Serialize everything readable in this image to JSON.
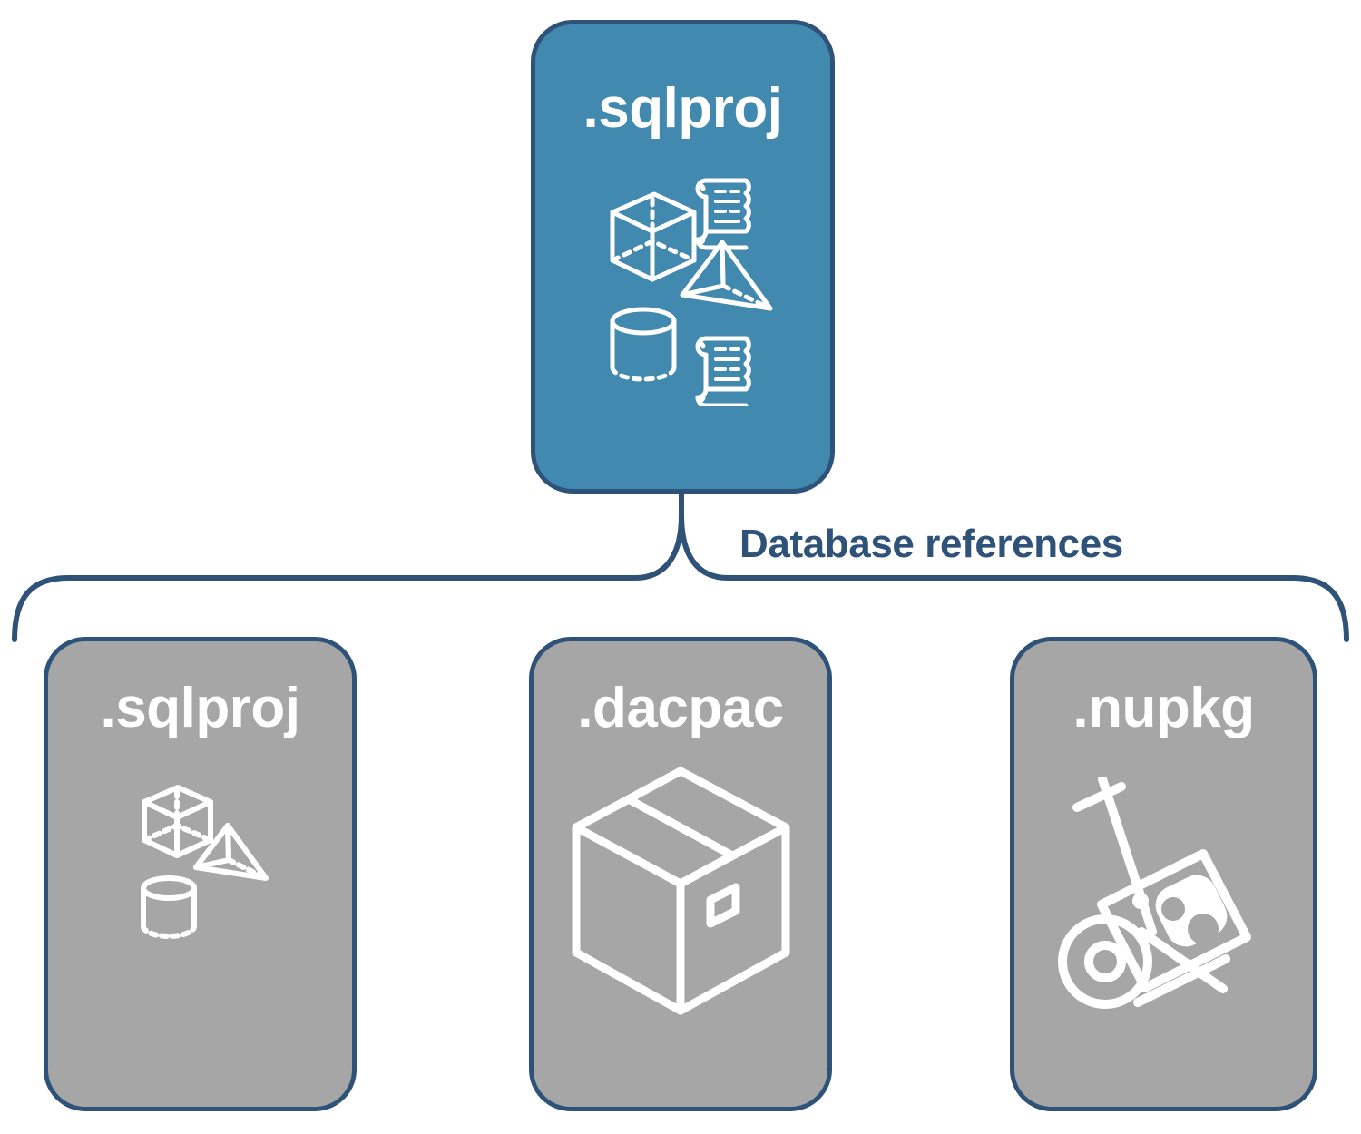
{
  "diagram": {
    "title": "SQL project database references",
    "type": "hierarchy-bracket",
    "colors": {
      "primary_fill": "#4189AE",
      "secondary_fill": "#A6A6A6",
      "outline": "#2E5278",
      "icon_stroke": "#FFFFFF",
      "label_text": "#2E5278",
      "background": "#FFFFFF"
    }
  },
  "root": {
    "label": ".sqlproj",
    "icons": [
      "cube-icon",
      "scroll-icon",
      "pyramid-icon",
      "cylinder-icon",
      "scroll-icon"
    ]
  },
  "connector": {
    "label": "Database references",
    "style": "curly-brace"
  },
  "children": [
    {
      "label": ".sqlproj",
      "icons": [
        "cube-icon",
        "pyramid-icon",
        "cylinder-icon"
      ]
    },
    {
      "label": ".dacpac",
      "icons": [
        "package-box-icon"
      ]
    },
    {
      "label": ".nupkg",
      "icons": [
        "hand-truck-icon"
      ]
    }
  ]
}
